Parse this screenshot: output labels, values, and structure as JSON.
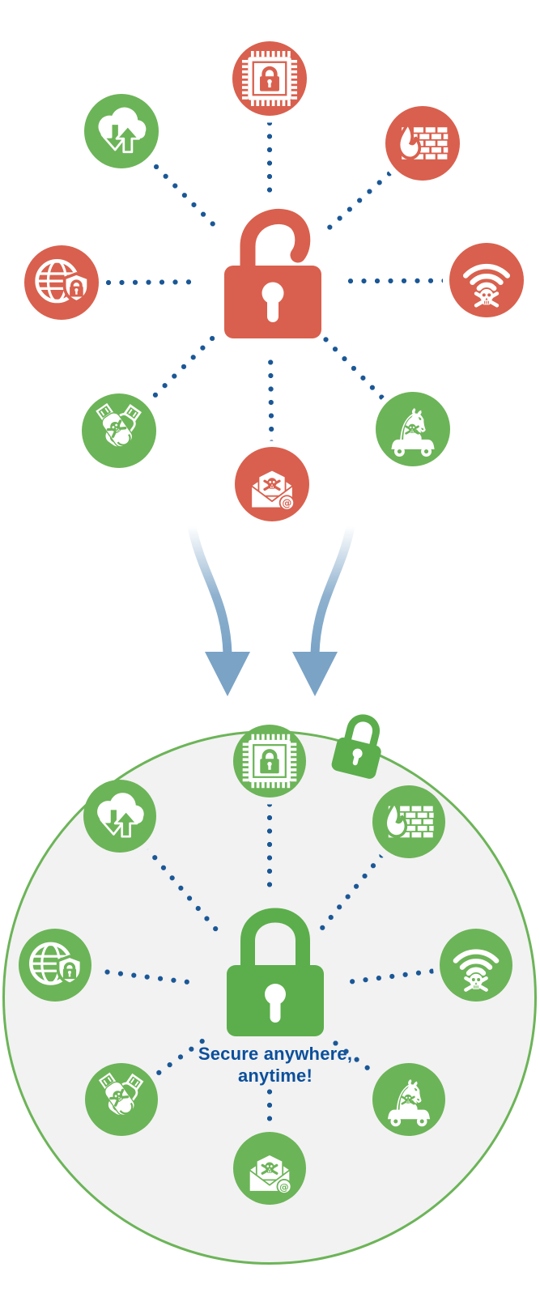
{
  "infographic": {
    "colors": {
      "red": "#d9604e",
      "green": "#6cb458",
      "lock_green": "#5cae4c",
      "dot_blue": "#1a5796",
      "arrow_blue": "#7aa3c6",
      "arrow_blue_dark": "#6f9dc4",
      "caption_blue": "#0b4f9c",
      "circle_fill": "#f2f2f2"
    },
    "top_state": {
      "center_icon": "open-padlock",
      "satellites": [
        {
          "id": "cpu-security",
          "icon": "chip-lock",
          "variant": "red"
        },
        {
          "id": "cloud-transfer",
          "icon": "cloud-arrows",
          "variant": "green"
        },
        {
          "id": "firewall",
          "icon": "brick-flame",
          "variant": "red"
        },
        {
          "id": "web-protection",
          "icon": "globe-shield",
          "variant": "red"
        },
        {
          "id": "wifi-threat",
          "icon": "wifi-skull",
          "variant": "red"
        },
        {
          "id": "usb-malware",
          "icon": "usb-skull",
          "variant": "green"
        },
        {
          "id": "trojan",
          "icon": "trojan-horse",
          "variant": "green"
        },
        {
          "id": "email-malware",
          "icon": "envelope-skull",
          "variant": "red"
        }
      ]
    },
    "bottom_state": {
      "center_icon": "closed-padlock",
      "corner_icon": "closed-padlock",
      "caption_line1": "Secure anywhere,",
      "caption_line2": "anytime!",
      "satellites": [
        {
          "id": "cpu-security",
          "icon": "chip-lock",
          "variant": "green"
        },
        {
          "id": "cloud-transfer",
          "icon": "cloud-arrows",
          "variant": "green"
        },
        {
          "id": "firewall",
          "icon": "brick-flame",
          "variant": "green"
        },
        {
          "id": "web-protection",
          "icon": "globe-shield",
          "variant": "green"
        },
        {
          "id": "wifi-threat",
          "icon": "wifi-skull",
          "variant": "green"
        },
        {
          "id": "usb-malware",
          "icon": "usb-skull",
          "variant": "green"
        },
        {
          "id": "trojan",
          "icon": "trojan-horse",
          "variant": "green"
        },
        {
          "id": "email-malware",
          "icon": "envelope-skull",
          "variant": "green"
        }
      ]
    }
  }
}
